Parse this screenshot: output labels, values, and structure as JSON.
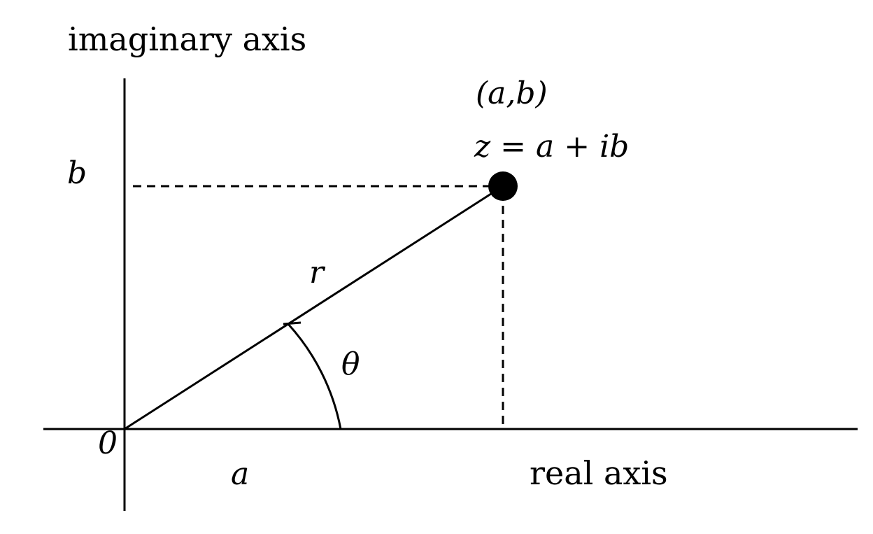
{
  "labels": {
    "imaginary_axis": "imaginary axis",
    "real_axis": "real axis",
    "point_coords": "(a,b)",
    "point_equation": "z = a + ib",
    "b_label": "b",
    "a_label": "a",
    "origin": "0",
    "radius": "r",
    "angle": "θ"
  },
  "colors": {
    "ink": "#000000",
    "background": "#ffffff"
  }
}
